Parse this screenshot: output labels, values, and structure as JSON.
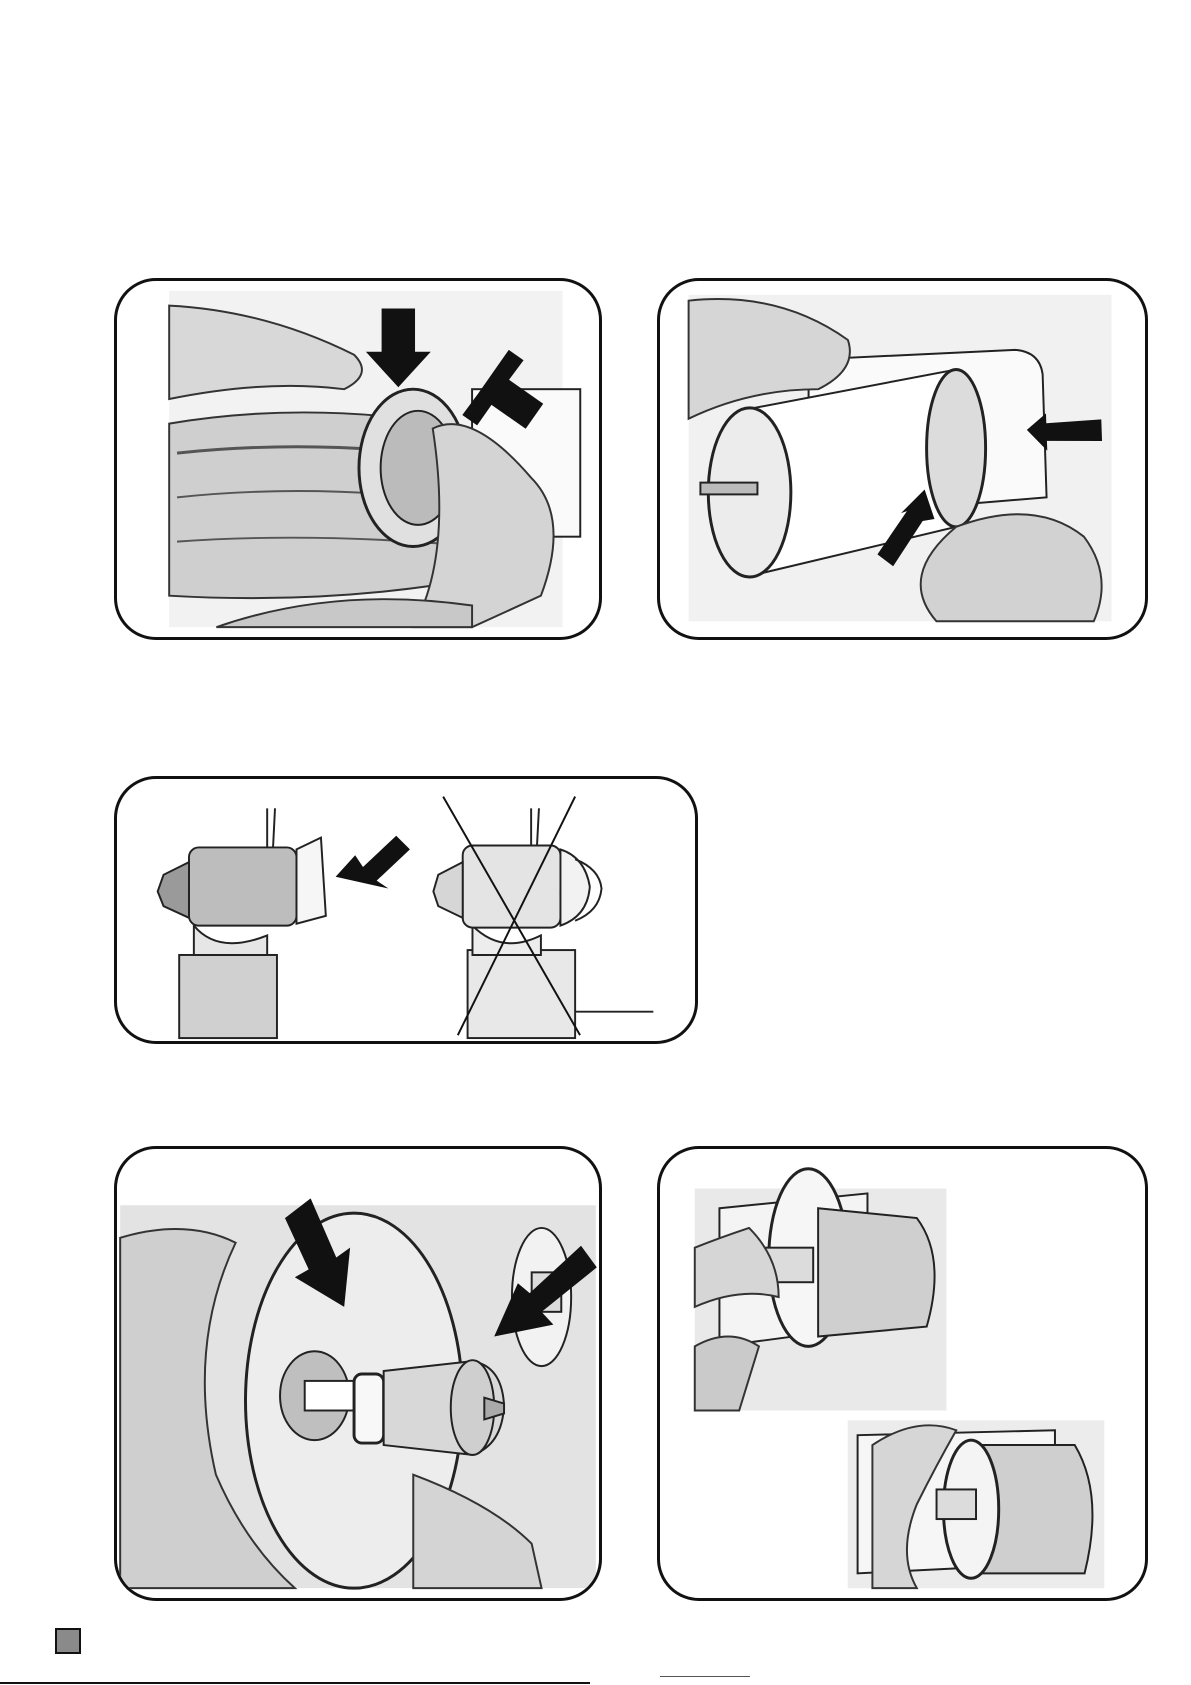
{
  "page": {
    "background": "#ffffff",
    "frame_color": "#111111",
    "arrow_color": "#111111",
    "marker_color": "#8a8a8a"
  },
  "figures": [
    {
      "id": "fig-1",
      "icon": "hand-fitting-cone-illustration",
      "arrows": 2
    },
    {
      "id": "fig-2",
      "icon": "hand-mounting-cylinder-illustration",
      "arrows": 2
    },
    {
      "id": "fig-3",
      "icon": "correct-vs-wrong-cone-orientation-illustration",
      "arrows": 1,
      "crossed": true
    },
    {
      "id": "fig-4",
      "icon": "wheel-on-shaft-with-cone-illustration",
      "arrows": 2
    },
    {
      "id": "fig-5",
      "icon": "hand-tightening-flange-illustration",
      "arrows": 0
    }
  ]
}
